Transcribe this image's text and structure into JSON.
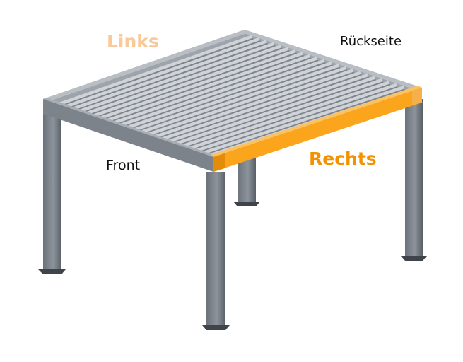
{
  "labels": {
    "links": "Links",
    "rueckseite": "Rückseite",
    "front": "Front",
    "rechts": "Rechts"
  },
  "colors": {
    "links_label": "#f9c99a",
    "rechts_label": "#f39200",
    "black_label": "#111111",
    "highlight_beam": "#fba51c",
    "highlight_beam_dark": "#e38c0a",
    "frame_dark": "#5f6670",
    "frame_mid": "#868d96",
    "frame_light": "#b3b8be",
    "slat_light": "#cdd1d6",
    "slat_dark": "#8f959c"
  },
  "icons": {
    "main": "pergola-icon"
  }
}
